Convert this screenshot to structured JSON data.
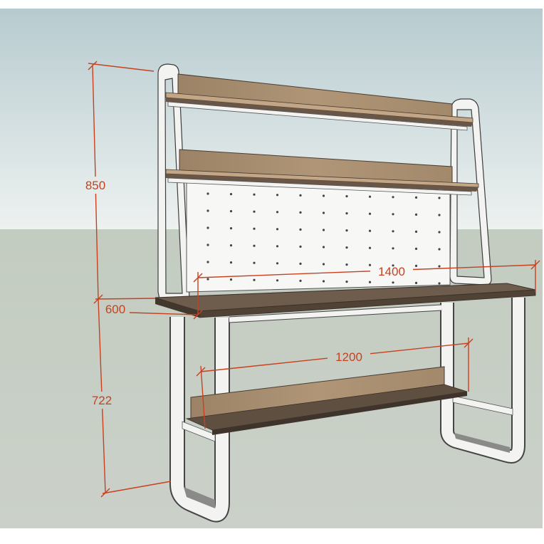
{
  "dimensions": {
    "hutch_height": "850",
    "depth": "600",
    "desk_height": "722",
    "desk_width": "1400",
    "shelf_width": "1200"
  },
  "colors": {
    "dimension_red": "#c8401e",
    "frame_white": "#f3f3f1",
    "wood_light": "#a88e70",
    "wood_dark": "#6e5c4c",
    "sky_top": "#b7cbcf",
    "sky_horizon": "#eef2f1",
    "ground": "#c6cec4"
  }
}
